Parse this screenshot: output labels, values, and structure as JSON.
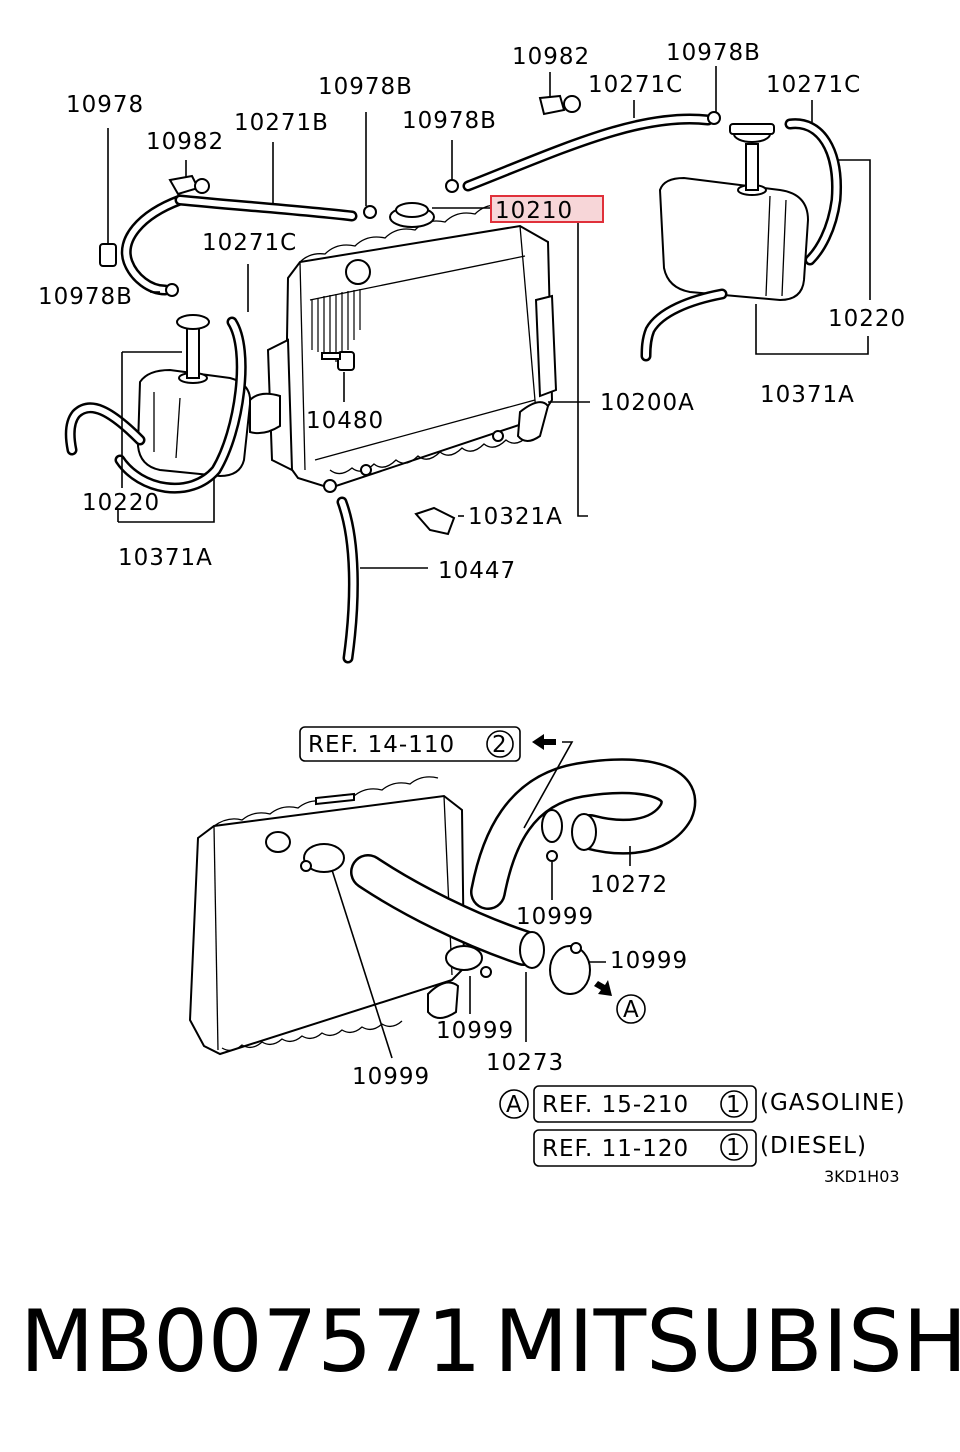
{
  "callouts": {
    "c10978": "10978",
    "c10982_left": "10982",
    "c10271B": "10271B",
    "c10978B_top": "10978B",
    "c10978B_mid": "10978B",
    "c10982_top": "10982",
    "c10978B_right": "10978B",
    "c10271C_top": "10271C",
    "c10271C_right": "10271C",
    "c10210": "10210",
    "c10271C_left": "10271C",
    "c10978B_left": "10978B",
    "c10220_right": "10220",
    "c10371A_right": "10371A",
    "c10200A": "10200A",
    "c10480": "10480",
    "c10220_left": "10220",
    "c10321A": "10321A",
    "c10371A_left": "10371A",
    "c10447": "10447",
    "c10272": "10272",
    "c10999_a": "10999",
    "c10999_b": "10999",
    "c10999_c": "10999",
    "c10273": "10273",
    "c10999_d": "10999"
  },
  "refs": {
    "ref_top": {
      "text": "REF. 14-110",
      "circle": "2"
    },
    "ref_gasoline": {
      "text": "REF. 15-210",
      "circle": "1",
      "note": "(GASOLINE)"
    },
    "ref_diesel": {
      "text": "REF. 11-120",
      "circle": "1",
      "note": "(DIESEL)"
    },
    "marker_a": "A",
    "marker_a2": "A"
  },
  "diagram_code": "3KD1H03",
  "footer": {
    "part_number": "MB007571",
    "brand": "MITSUBISHI"
  },
  "highlight_color": "#e0303a"
}
